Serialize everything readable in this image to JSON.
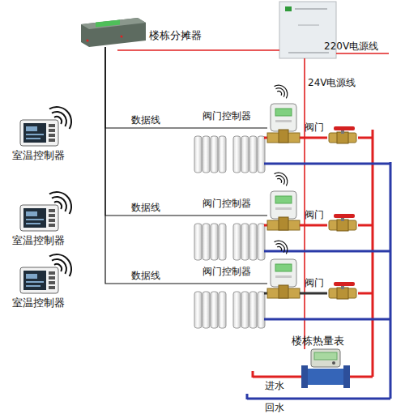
{
  "diagram": {
    "nodes": [
      {
        "text": [
          "楼栋分摊器"
        ]
      },
      {
        "text": [
          "室温控制器"
        ]
      },
      {
        "text": [
          "阀门控制器"
        ]
      },
      {
        "text": [
          "阀门"
        ]
      },
      {
        "text": [
          "室温控制器"
        ]
      },
      {
        "text": [
          "阀门控制器"
        ]
      },
      {
        "text": [
          "阀门"
        ]
      },
      {
        "text": [
          "室温控制器"
        ]
      },
      {
        "text": [
          "阀门控制器"
        ]
      },
      {
        "text": [
          "阀门"
        ]
      },
      {
        "text": [
          "楼栋热量表"
        ]
      }
    ],
    "edges": [
      {
        "from": 0,
        "to": 2,
        "arrow": "none",
        "label": "数据线"
      },
      {
        "from": 0,
        "to": 5,
        "arrow": "none",
        "label": "数据线"
      },
      {
        "from": 0,
        "to": 8,
        "arrow": "none",
        "label": "数据线"
      },
      {
        "from": 2,
        "to": 3,
        "arrow": "none"
      },
      {
        "from": 5,
        "to": 6,
        "arrow": "none"
      },
      {
        "from": 8,
        "to": 9,
        "arrow": "none"
      }
    ],
    "labels": [
      "220V电源线",
      "24V电源线",
      "进水",
      "回水"
    ]
  }
}
